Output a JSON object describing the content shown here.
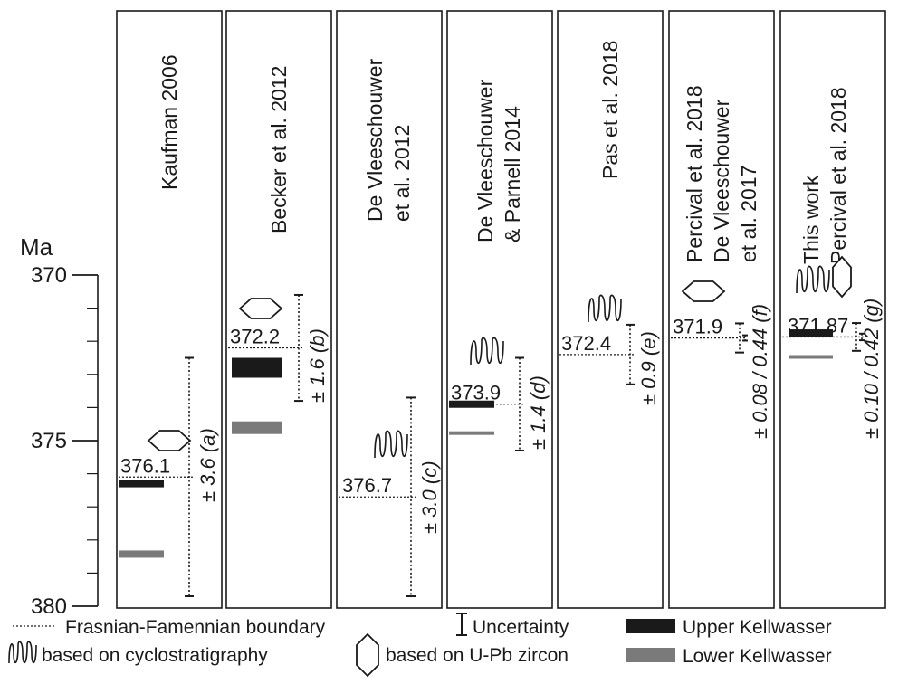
{
  "chart_data": {
    "type": "timeline",
    "ylabel": "Ma",
    "ylim": [
      370,
      380
    ],
    "yticks": [
      "370",
      "375",
      "380"
    ],
    "series_colors": {
      "upper_kellwasser": "#1a1a1a",
      "lower_kellwasser": "#7a7a7a",
      "boundary": "#1a1a1a"
    },
    "panels": [
      {
        "title_lines": [
          "Kaufman 2006"
        ],
        "method": [
          "u-pb"
        ],
        "age": 376.1,
        "age_label": "376.1",
        "uncertainty": 3.6,
        "uncertainty_label": "± 3.6 (a)",
        "upper_kellwasser": 376.3,
        "lower_kellwasser": 378.4
      },
      {
        "title_lines": [
          "Becker et al. 2012"
        ],
        "method": [
          "u-pb"
        ],
        "age": 372.2,
        "age_label": "372.2",
        "uncertainty": 1.6,
        "uncertainty_label": "± 1.6 (b)",
        "upper_kellwasser": 372.5,
        "lower_kellwasser": 374.5
      },
      {
        "title_lines": [
          "De Vleeschouwer",
          "et al. 2012"
        ],
        "method": [
          "cyclo"
        ],
        "age": 376.7,
        "age_label": "376.7",
        "uncertainty": 3.0,
        "uncertainty_label": "± 3.0 (c)",
        "upper_kellwasser": null,
        "lower_kellwasser": null
      },
      {
        "title_lines": [
          "De Vleeschouwer",
          "& Parnell 2014"
        ],
        "method": [
          "cyclo"
        ],
        "age": 373.9,
        "age_label": "373.9",
        "uncertainty": 1.4,
        "uncertainty_label": "± 1.4 (d)",
        "upper_kellwasser": 373.9,
        "lower_kellwasser": 374.8
      },
      {
        "title_lines": [
          "Pas et al. 2018"
        ],
        "method": [
          "cyclo"
        ],
        "age": 372.4,
        "age_label": "372.4",
        "uncertainty": 0.9,
        "uncertainty_label": "± 0.9 (e)",
        "upper_kellwasser": null,
        "lower_kellwasser": null
      },
      {
        "title_lines": [
          "Percival et al. 2018",
          "De Vleeschouwer",
          "et al. 2017"
        ],
        "method": [
          "u-pb"
        ],
        "age": 371.9,
        "age_label": "371.9",
        "uncertainty_label": "± 0.08 / 0.44 (f)",
        "uncertainty_inner": 0.08,
        "uncertainty_outer": 0.44,
        "upper_kellwasser": null,
        "lower_kellwasser": null
      },
      {
        "title_lines": [
          "This work",
          "Percival et al. 2018"
        ],
        "method": [
          "cyclo",
          "u-pb"
        ],
        "age": 371.87,
        "age_label": "371.87",
        "uncertainty_label": "± 0.10 / 0.42 (g)",
        "uncertainty_inner": 0.1,
        "uncertainty_outer": 0.42,
        "upper_kellwasser": 371.75,
        "lower_kellwasser": 372.5
      }
    ],
    "legend": {
      "boundary": "Frasnian-Famennian boundary",
      "uncertainty": "Uncertainty",
      "upper_kellwasser": "Upper Kellwasser",
      "lower_kellwasser": "Lower Kellwasser",
      "cyclo": "based on cyclostratigraphy",
      "upb": "based on U-Pb zircon"
    }
  }
}
